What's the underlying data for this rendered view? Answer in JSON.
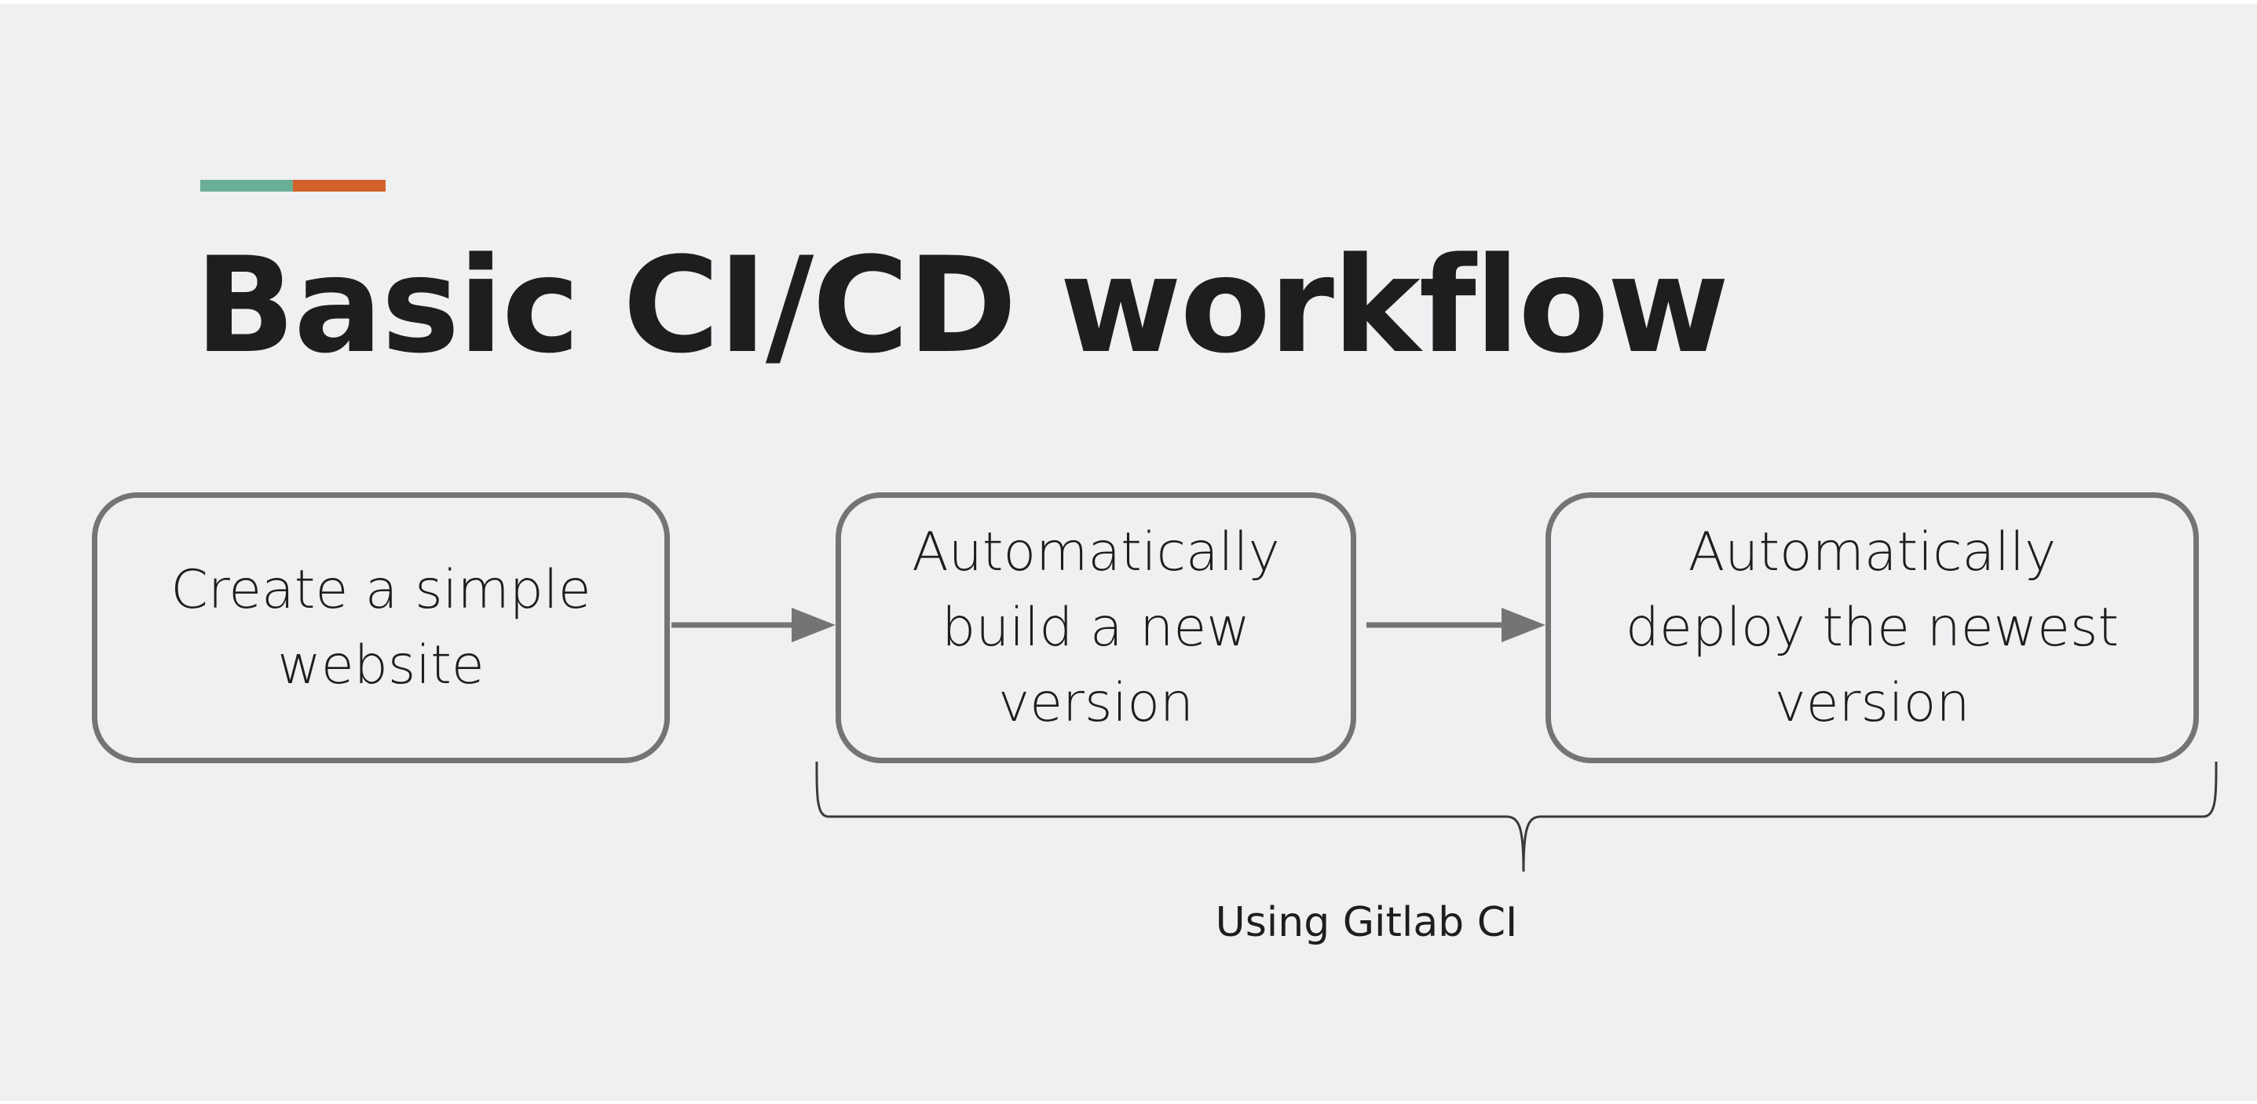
{
  "colors": {
    "background": "#eff0f2",
    "accent_green": "#6aae96",
    "accent_orange": "#d2622c",
    "box_border": "#747474",
    "arrow": "#747474",
    "text": "#1e1e1e"
  },
  "title": "Basic CI/CD workflow",
  "steps": [
    {
      "label": "Create a simple\nwebsite"
    },
    {
      "label": "Automatically\nbuild a new\nversion"
    },
    {
      "label": "Automatically\ndeploy the newest\nversion"
    }
  ],
  "brace_label": "Using Gitlab CI"
}
